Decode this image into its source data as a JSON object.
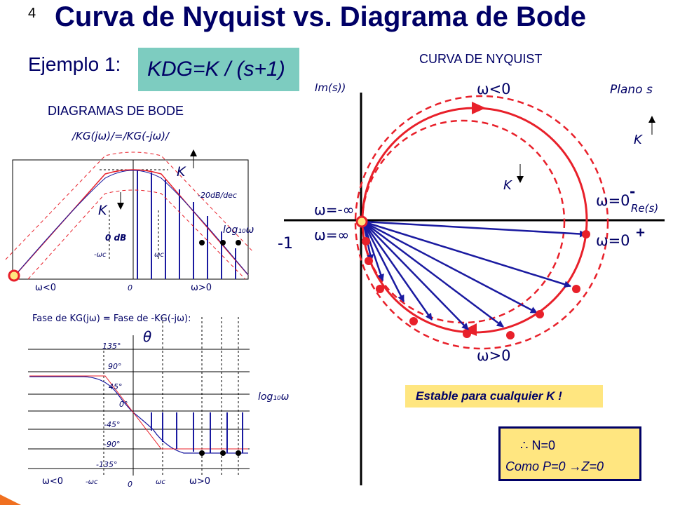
{
  "slide_number": "4",
  "title": "Curva de Nyquist vs. Diagrama de Bode",
  "example_label": "Ejemplo 1:",
  "formula": "KDG=K / (s+1)",
  "bode": {
    "heading": "DIAGRAMAS DE BODE",
    "magnitude_label": "/KG(jω)/=/KG(-jω)/",
    "k_up": "K",
    "k_down": "K",
    "slope_label": "-20dB/dec",
    "zero_db": "0 dB",
    "log_label": "log₁₀ω",
    "neg_wc": "-ωc",
    "pos_wc": "ωc",
    "zero": "0",
    "w_neg": "ω<0",
    "w_pos": "ω>0",
    "phase_label": "Fase de KG(jω) = Fase de -KG(-jω):",
    "theta": "θ",
    "phase_ticks": [
      "135°",
      "90°",
      "45°",
      "0°",
      "-45°",
      "-90°",
      "-135°"
    ],
    "phase_log_label": "log₁₀ω"
  },
  "nyquist": {
    "heading": "CURVA DE NYQUIST",
    "im_label": "Im(s))",
    "re_label": "Re(s)",
    "plane_label": "Plano s",
    "w_neg": "ω<0",
    "w_pos": "ω>0",
    "k_up": "K",
    "k_down": "K",
    "w_zero_minus": "ω=0",
    "minus_sup": "-",
    "w_zero_plus": "ω=0",
    "plus_sup": "+",
    "w_neg_inf": "ω=-∞",
    "w_inf": "ω=∞",
    "minus_one": "-1"
  },
  "stable_text": "Estable para cualquier K !",
  "result": {
    "line1": "∴ N=0",
    "line2": "Como P=0 →Z=0"
  },
  "colors": {
    "navy": "#000066",
    "red": "#e8202a",
    "blue": "#1a1aa0",
    "teal_box": "#7dccc0",
    "yellow_box": "#ffe680"
  }
}
